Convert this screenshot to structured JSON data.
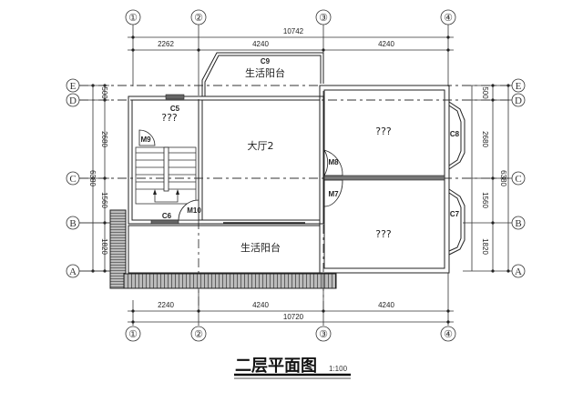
{
  "drawing": {
    "title": "二层平面图",
    "scale": "1:100"
  },
  "axes": {
    "vertical": [
      {
        "id": "1",
        "label": "①"
      },
      {
        "id": "2",
        "label": "②"
      },
      {
        "id": "3",
        "label": "③"
      },
      {
        "id": "4",
        "label": "④"
      }
    ],
    "horizontal": [
      {
        "id": "E",
        "label": "E"
      },
      {
        "id": "D",
        "label": "D"
      },
      {
        "id": "C",
        "label": "C"
      },
      {
        "id": "B",
        "label": "B"
      },
      {
        "id": "A",
        "label": "A"
      }
    ]
  },
  "dimensions": {
    "top_total": "10742",
    "top": [
      "2262",
      "4240",
      "4240"
    ],
    "bottom": [
      "2240",
      "4240",
      "4240"
    ],
    "bottom_total": "10720",
    "left": [
      "500",
      "2680",
      "1560",
      "1820"
    ],
    "left_total": "6380",
    "right": [
      "500",
      "2680",
      "1560",
      "1820"
    ],
    "right_total": "6380"
  },
  "rooms": {
    "top_balcony": "生活阳台",
    "hall": "大厅2",
    "small_room": "???",
    "right_top_room": "???",
    "right_bottom_room": "???",
    "bottom_balcony": "生活阳台"
  },
  "openings": {
    "c9": "C9",
    "c5": "C5",
    "c6": "C6",
    "c7": "C7",
    "c8": "C8",
    "m7": "M7",
    "m8": "M8",
    "m9": "M9",
    "m10": "M10"
  }
}
